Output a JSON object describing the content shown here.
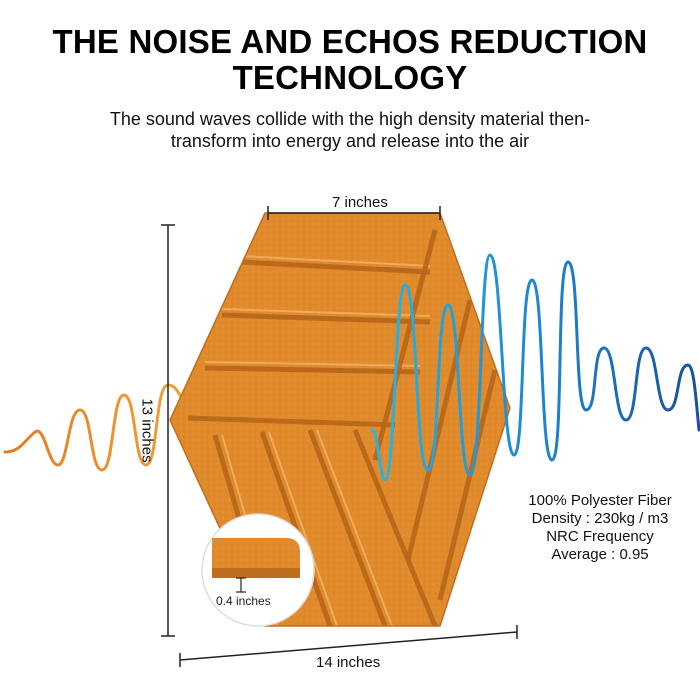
{
  "title": {
    "line1": "THE NOISE AND ECHOS REDUCTION",
    "line2": "TECHNOLOGY"
  },
  "subtitle": {
    "line1": "The sound waves collide with the high density material then-",
    "line2": "transform into energy and release into the air"
  },
  "dimensions": {
    "width_label": "7 inches",
    "height_label": "13 inches",
    "diagonal_label": "14 inches",
    "thickness_label": "0.4 inches"
  },
  "specs": {
    "line1": "100% Polyester Fiber",
    "line2": "Density : 230kg / m3",
    "line3": "NRC Frequency",
    "line4": "Average : 0.95"
  },
  "colors": {
    "panel": "#e08a2c",
    "panel_dark": "#b7651a",
    "incoming_wave": "#e8912c",
    "outgoing_wave_start": "#29b6e6",
    "outgoing_wave_end": "#1b4fa0"
  }
}
